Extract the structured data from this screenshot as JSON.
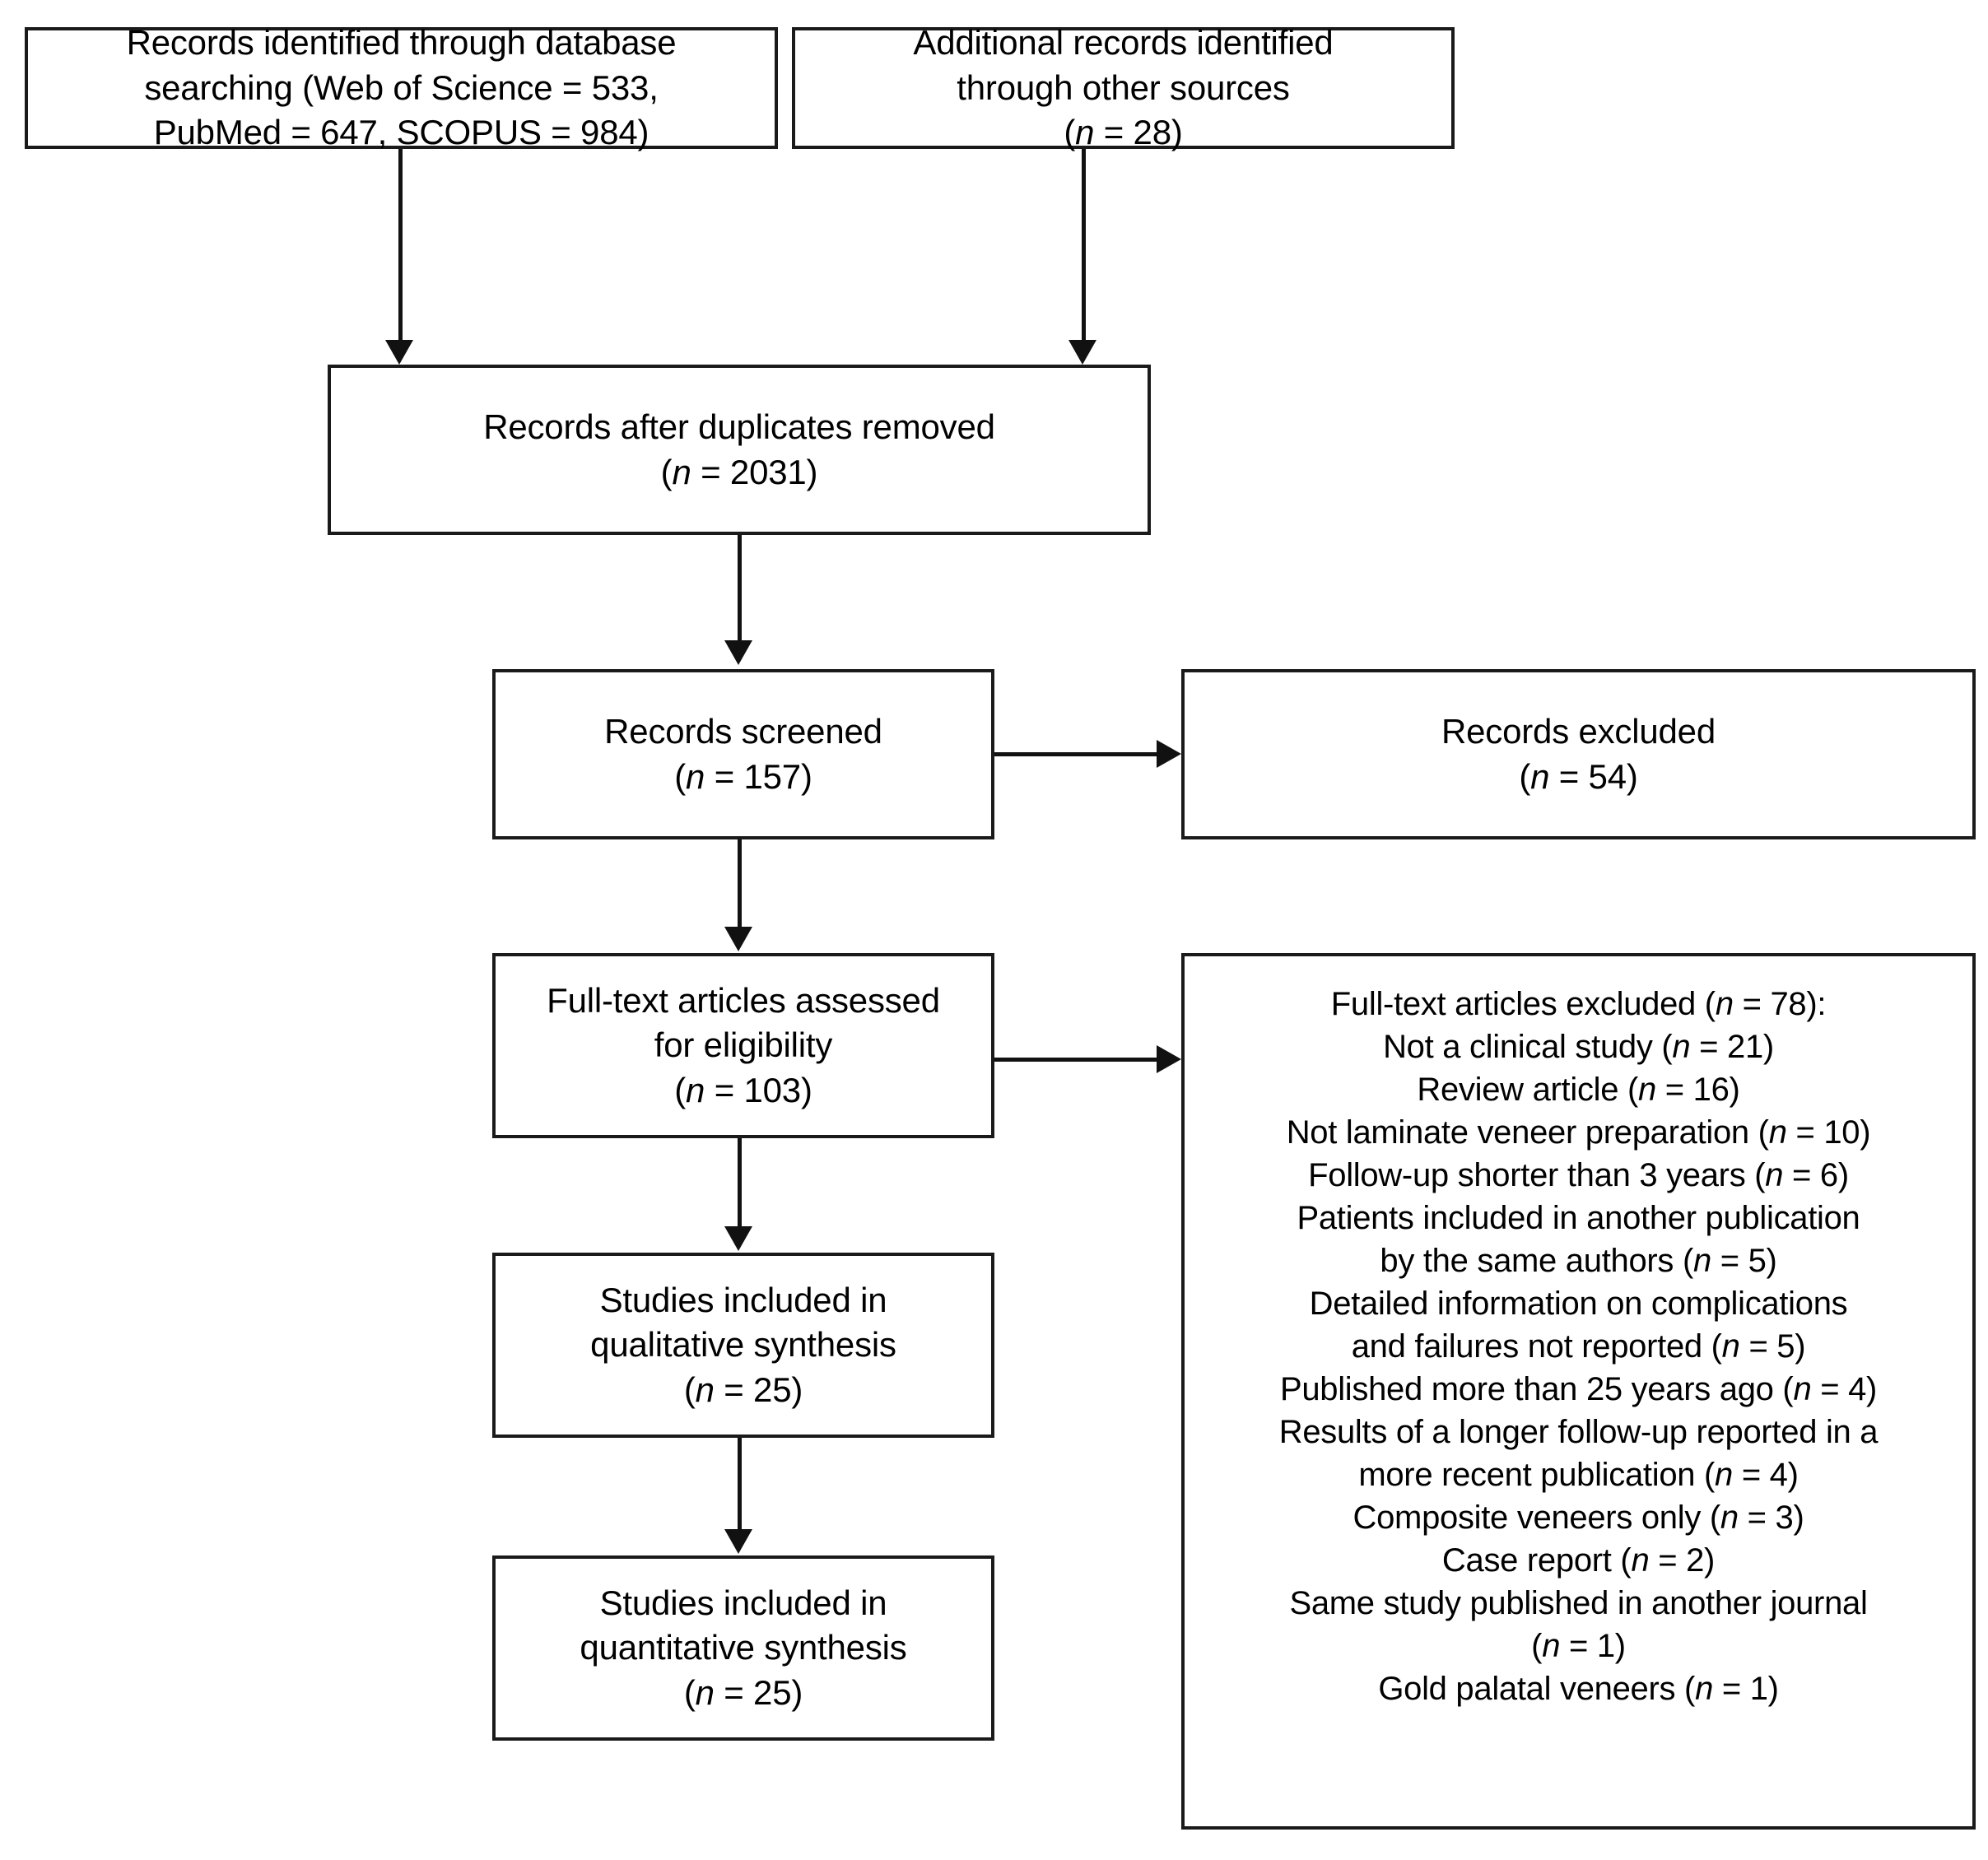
{
  "diagram": {
    "type": "prisma-flow-diagram",
    "nodes": {
      "identification_db": {
        "lines": [
          "Records identified through database",
          "searching (Web of Science = 533,",
          "PubMed = 647, SCOPUS = 984)"
        ]
      },
      "identification_other": {
        "lines": [
          "Additional records identified",
          "through other sources"
        ],
        "count_prefix": "(",
        "count_n": "n",
        "count_value": " = 28)"
      },
      "duplicates_removed": {
        "lines": [
          "Records after duplicates removed"
        ],
        "count_prefix": "(",
        "count_n": "n",
        "count_value": " = 2031)"
      },
      "records_screened": {
        "lines": [
          "Records screened"
        ],
        "count_prefix": "(",
        "count_n": "n",
        "count_value": " = 157)"
      },
      "records_excluded": {
        "lines": [
          "Records excluded"
        ],
        "count_prefix": "(",
        "count_n": "n",
        "count_value": " = 54)"
      },
      "fulltext_assessed": {
        "lines": [
          "Full-text articles assessed",
          "for eligibility"
        ],
        "count_prefix": "(",
        "count_n": "n",
        "count_value": " = 103)"
      },
      "qualitative_synthesis": {
        "lines": [
          "Studies included in",
          "qualitative synthesis"
        ],
        "count_prefix": "(",
        "count_n": "n",
        "count_value": " = 25)"
      },
      "quantitative_synthesis": {
        "lines": [
          "Studies included in",
          "quantitative synthesis"
        ],
        "count_prefix": "(",
        "count_n": "n",
        "count_value": " = 25)"
      },
      "fulltext_excluded": {
        "header": {
          "before": "Full-text articles excluded (",
          "n": "n",
          "after": " = 78):"
        },
        "reasons": [
          {
            "lines": [
              "Not a clinical study ("
            ],
            "n": "n",
            "after": " = 21)"
          },
          {
            "lines": [
              "Review article ("
            ],
            "n": "n",
            "after": " = 16)"
          },
          {
            "lines": [
              "Not laminate veneer preparation ("
            ],
            "n": "n",
            "after": " = 10)"
          },
          {
            "lines": [
              "Follow-up shorter than 3 years ("
            ],
            "n": "n",
            "after": " = 6)"
          },
          {
            "lines": [
              "Patients included in another publication",
              "by the same authors ("
            ],
            "n": "n",
            "after": " = 5)"
          },
          {
            "lines": [
              "Detailed information on complications",
              "and failures not reported ("
            ],
            "n": "n",
            "after": " = 5)"
          },
          {
            "lines": [
              "Published more than 25 years ago ("
            ],
            "n": "n",
            "after": " = 4)"
          },
          {
            "lines": [
              "Results of a longer follow-up reported in a",
              "more recent publication ("
            ],
            "n": "n",
            "after": " = 4)"
          },
          {
            "lines": [
              "Composite veneers only ("
            ],
            "n": "n",
            "after": " = 3)"
          },
          {
            "lines": [
              "Case report ("
            ],
            "n": "n",
            "after": " = 2)"
          },
          {
            "lines": [
              "Same study published in another journal",
              "("
            ],
            "n": "n",
            "after": " = 1)"
          },
          {
            "lines": [
              "Gold palatal veneers ("
            ],
            "n": "n",
            "after": " = 1)"
          }
        ]
      }
    },
    "colors": {
      "border": "#1a1a1a",
      "connector": "#111111",
      "text": "#000000",
      "background": "#ffffff"
    }
  }
}
